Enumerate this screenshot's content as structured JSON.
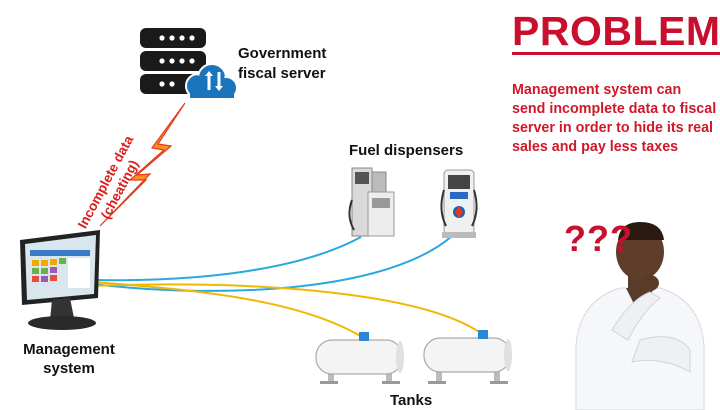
{
  "server": {
    "label_line1": "Government",
    "label_line2": "fiscal server"
  },
  "dispensers": {
    "label": "Fuel dispensers"
  },
  "management": {
    "label_line1": "Management",
    "label_line2": "system"
  },
  "tanks": {
    "label": "Tanks"
  },
  "cheat": {
    "line1": "Incomplete data",
    "line2": "(cheating)"
  },
  "problem": {
    "title": "PROBLEM",
    "text": "Management system can send incomplete data to fiscal server in order to hide its real sales and pay less taxes"
  },
  "question": "???",
  "colors": {
    "red": "#c8102e",
    "blue_line": "#2aa8e0",
    "yellow_line": "#f2b705",
    "cloud": "#1b75bc"
  }
}
